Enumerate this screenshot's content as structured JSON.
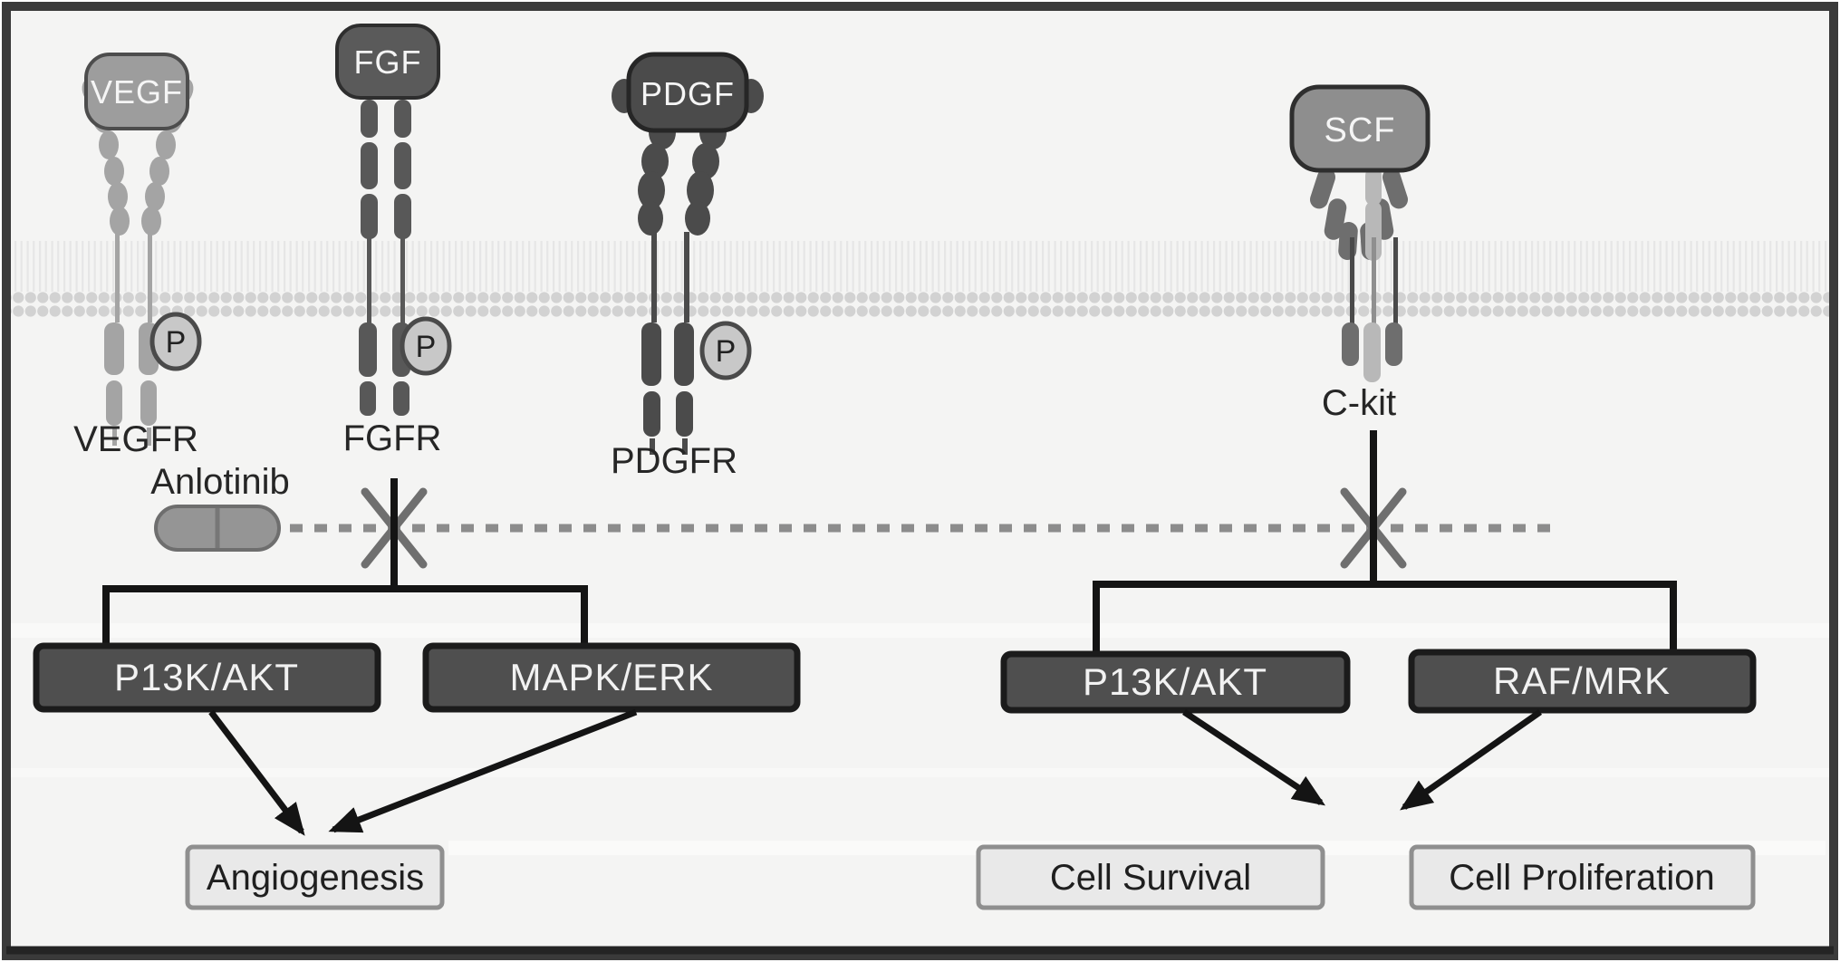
{
  "figure": {
    "background": "#f4f4f3",
    "frame_color": "#3a3a3a"
  },
  "ligands": [
    {
      "id": "vegf",
      "label": "VEGF",
      "fill": "#9d9d9d"
    },
    {
      "id": "fgf",
      "label": "FGF",
      "fill": "#5a5a5a"
    },
    {
      "id": "pdgf",
      "label": "PDGF",
      "fill": "#4b4b4b"
    },
    {
      "id": "scf",
      "label": "SCF",
      "fill": "#8e8e8e"
    }
  ],
  "receptors": [
    {
      "id": "vegfr",
      "label": "VEGFR"
    },
    {
      "id": "fgfr",
      "label": "FGFR"
    },
    {
      "id": "pdgfr",
      "label": "PDGFR"
    },
    {
      "id": "ckit",
      "label": "C-kit"
    }
  ],
  "phosphorylation_badge": "P",
  "drug": {
    "label": "Anlotinib"
  },
  "pathways": {
    "left": [
      {
        "label": "P13K/AKT"
      },
      {
        "label": "MAPK/ERK"
      }
    ],
    "right": [
      {
        "label": "P13K/AKT"
      },
      {
        "label": "RAF/MRK"
      }
    ]
  },
  "outcomes": [
    {
      "label": "Angiogenesis"
    },
    {
      "label": "Cell Survival"
    },
    {
      "label": "Cell Proliferation"
    }
  ],
  "colors": {
    "dark_box_fill": "#4f4f4f",
    "dark_box_border": "#1b1b1b",
    "light_box_fill": "#e9e9e9",
    "light_box_border": "#8f8f8f",
    "membrane_dot": "#d2d2d2",
    "membrane_tail": "#e6e6e6",
    "inhibition_dash": "#8c8c8c",
    "inhibition_x": "#6f6f6f",
    "arrow": "#141414",
    "p_badge_fill": "#c8c8c8",
    "p_badge_border": "#4a4a4a",
    "vegfr_gray": "#a4a4a4",
    "fgfr_gray": "#585858",
    "pdgfr_gray": "#4b4b4b",
    "ckit_outer_gray": "#6e6e6e",
    "ckit_inner_gray": "#b8b8b8",
    "pill_fill": "#959595"
  }
}
